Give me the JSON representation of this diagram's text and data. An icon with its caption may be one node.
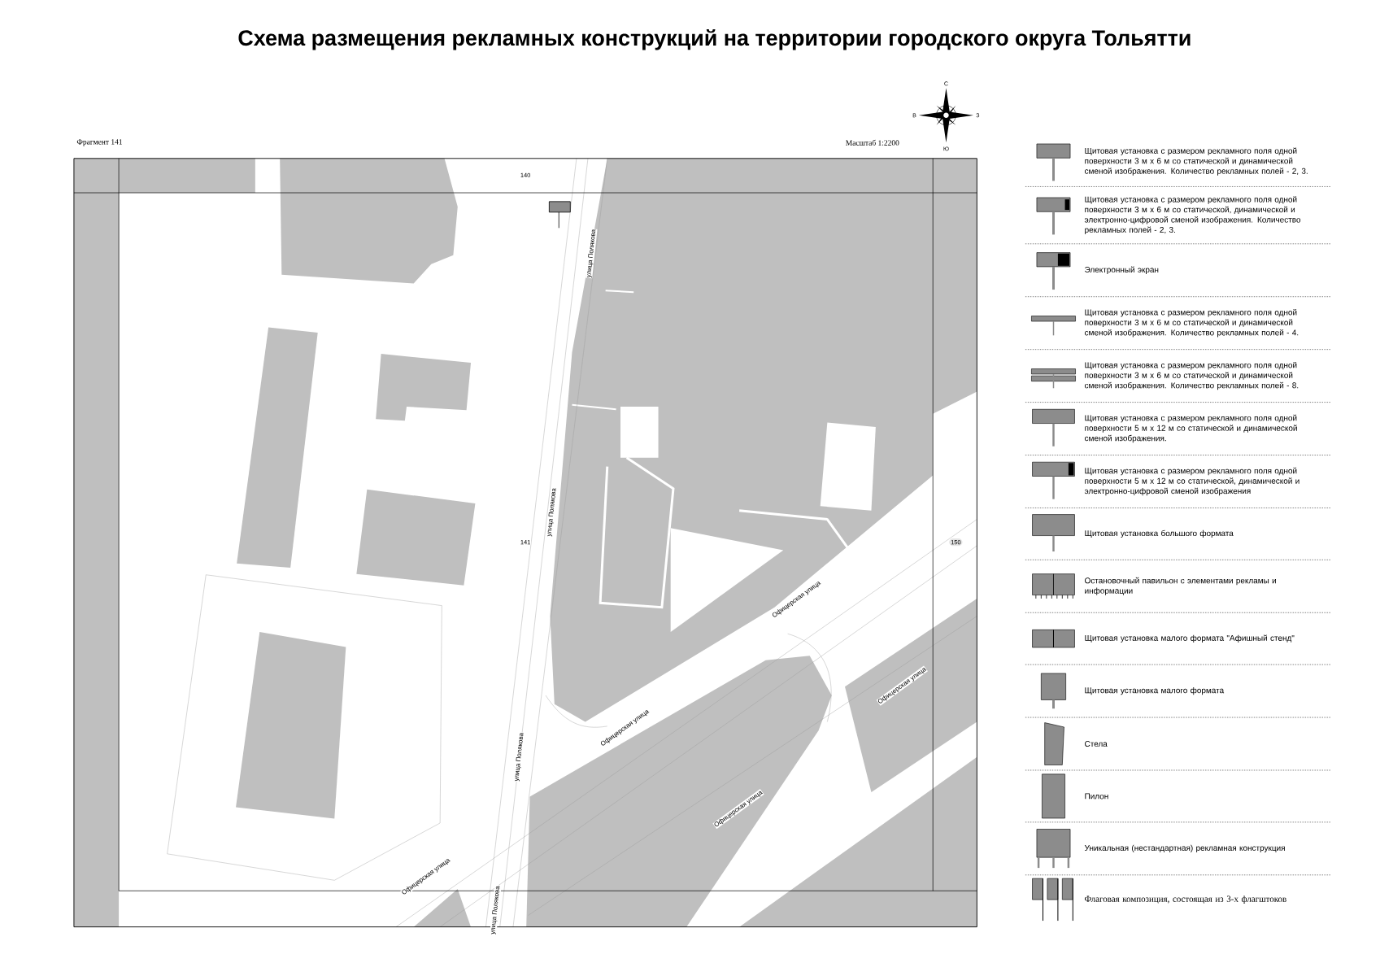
{
  "diagram": {
    "title": "Схема размещения рекламных конструкций на территории городского округа Тольятти",
    "labels": [
      "Фрагмент 141",
      "Масштаб 1:2200",
      "С",
      "В",
      "З",
      "Ю",
      "140",
      "141",
      "150",
      "улица Полякова",
      "улица Полякова",
      "улица Полякова",
      "улица Полякова",
      "Офицерская улица",
      "Офицерская улица",
      "Офицерская улица",
      "Офицерская улица",
      "Офицерская улица"
    ],
    "legend": [
      {
        "text": "Щитовая установка с размером рекламного поля одной поверхности 3 м х 6 м со статической и динамической сменой изображения. Количество рекламных полей - 2, 3."
      },
      {
        "text": "Щитовая установка с размером рекламного поля одной поверхности 3 м х 6 м со статической, динамической и электронно-цифровой сменой изображения. Количество рекламных полей - 2, 3."
      },
      {
        "text": "Электронный экран"
      },
      {
        "text": "Щитовая установка с размером рекламного поля одной поверхности 3 м х 6 м со статической и динамической сменой изображения. Количество рекламных полей - 4."
      },
      {
        "text": "Щитовая установка с размером рекламного поля одной поверхности 3 м х 6 м со статической и динамической сменой изображения. Количество рекламных полей - 8."
      },
      {
        "text": "Щитовая установка с размером рекламного поля одной поверхности 5 м х 12 м со статической и динамической сменой изображения."
      },
      {
        "text": "Щитовая установка с размером рекламного поля одной поверхности 5 м х 12 м со статической, динамической и электронно-цифровой сменой изображения"
      },
      {
        "text": "Щитовая установка большого формата"
      },
      {
        "text": "Остановочный павильон с элементами рекламы и информации"
      },
      {
        "text": "Щитовая установка малого формата \"Афишный стенд\""
      },
      {
        "text": "Щитовая установка малого формата"
      },
      {
        "text": "Стела"
      },
      {
        "text": "Пилон"
      },
      {
        "text": "Уникальная (нестандартная) рекламная конструкция"
      },
      {
        "text": "Флаговая композиция, состоящая из 3-х флагштоков"
      }
    ]
  }
}
